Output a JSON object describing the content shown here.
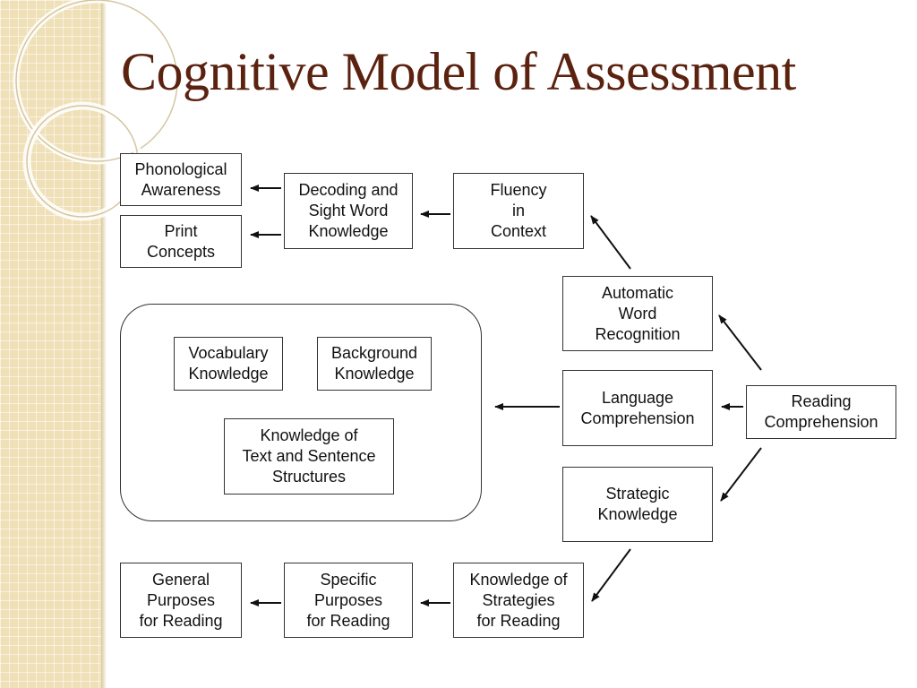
{
  "title": "Cognitive Model of Assessment",
  "nodes": {
    "phonological_awareness": "Phonological\nAwareness",
    "print_concepts": "Print\nConcepts",
    "decoding": "Decoding and\nSight Word\nKnowledge",
    "fluency": "Fluency\nin\nContext",
    "automatic_word": "Automatic\nWord\nRecognition",
    "vocabulary": "Vocabulary\nKnowledge",
    "background": "Background\nKnowledge",
    "text_structures": "Knowledge of\nText and Sentence\nStructures",
    "language_comprehension": "Language\nComprehension",
    "reading_comprehension": "Reading\nComprehension",
    "strategic_knowledge": "Strategic\nKnowledge",
    "general_purposes": "General\nPurposes\nfor Reading",
    "specific_purposes": "Specific\nPurposes\nfor Reading",
    "knowledge_strategies": "Knowledge of\nStrategies\nfor Reading"
  }
}
